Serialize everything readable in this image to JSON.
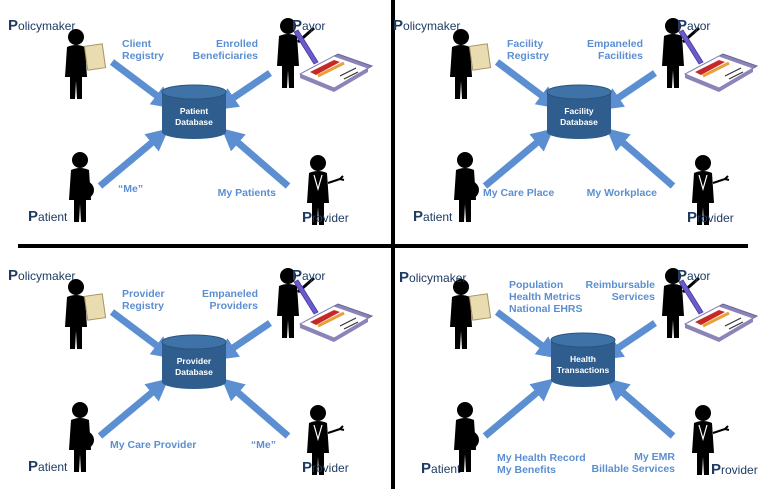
{
  "colors": {
    "arrow": "#5b8fd1",
    "label": "#5b8fd1",
    "role_text": "#1f3b63",
    "database": "#2e5d8e",
    "divider": "#000000"
  },
  "roles": {
    "policymaker": {
      "initial": "P",
      "rest": "olicymaker"
    },
    "payor": {
      "initial": "P",
      "rest": "ayor"
    },
    "patient": {
      "initial": "P",
      "rest": "atient"
    },
    "provider": {
      "initial": "P",
      "rest": "rovider"
    }
  },
  "quadrants": [
    {
      "database": [
        "Patient",
        "Database"
      ],
      "labels": {
        "policymaker": [
          "Client",
          "Registry"
        ],
        "payor": [
          "Enrolled",
          "Beneficiaries"
        ],
        "patient": [
          "“Me”"
        ],
        "provider": [
          "My Patients"
        ]
      }
    },
    {
      "database": [
        "Facility",
        "Database"
      ],
      "labels": {
        "policymaker": [
          "Facility",
          "Registry"
        ],
        "payor": [
          "Empaneled",
          "Facilities"
        ],
        "patient": [
          "My Care Place"
        ],
        "provider": [
          "My Workplace"
        ]
      }
    },
    {
      "database": [
        "Provider",
        "Database"
      ],
      "labels": {
        "policymaker": [
          "Provider",
          "Registry"
        ],
        "payor": [
          "Empaneled",
          "Providers"
        ],
        "patient": [
          "My Care Provider"
        ],
        "provider": [
          "“Me”"
        ]
      }
    },
    {
      "database": [
        "Health",
        "Transactions"
      ],
      "labels": {
        "policymaker": [
          "Population",
          "Health Metrics",
          "National EHRS"
        ],
        "payor": [
          "Reimbursable",
          "Services"
        ],
        "patient": [
          "My Health Record",
          "My Benefits"
        ],
        "provider": [
          "My EMR",
          "Billable Services"
        ]
      }
    }
  ]
}
